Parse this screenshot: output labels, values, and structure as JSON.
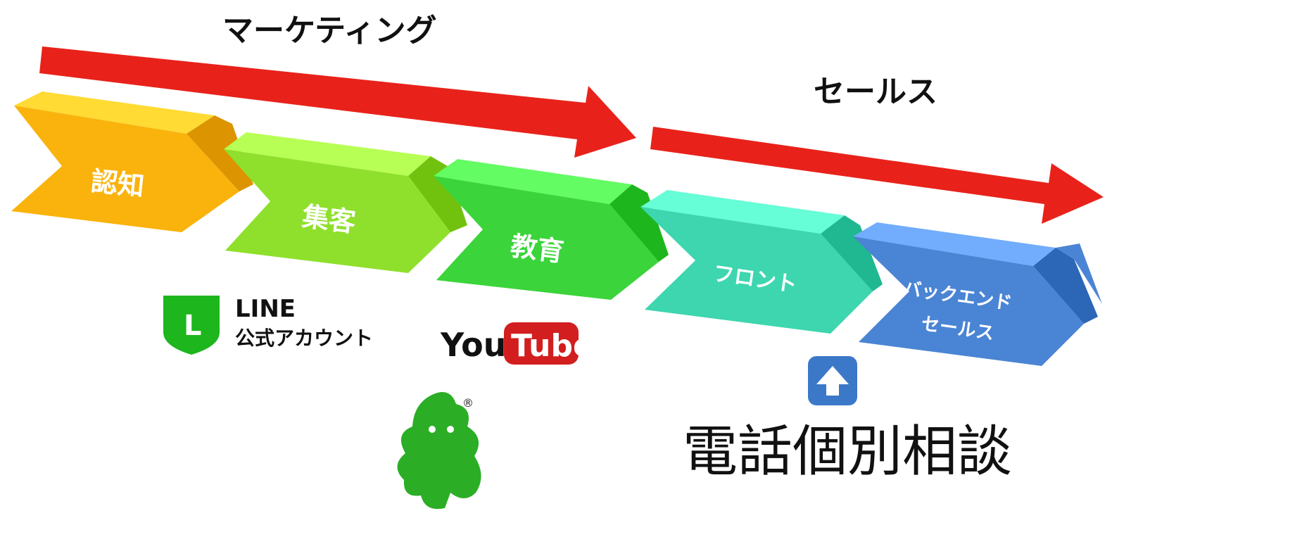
{
  "phases": {
    "marketing": "マーケティング",
    "sales": "セールス"
  },
  "stages": [
    {
      "label": "認知",
      "color": "#FAB30C"
    },
    {
      "label": "集客",
      "color": "#8FE02C"
    },
    {
      "label": "教育",
      "color": "#3BD43B"
    },
    {
      "label": "フロント",
      "color": "#3DD6AE"
    },
    {
      "label_lines": [
        "バックエンド",
        "セールス"
      ],
      "color": "#4A84D4"
    }
  ],
  "arrow_color": "#E8221A",
  "logos": {
    "line": {
      "title": "LINE",
      "subtitle": "公式アカウント",
      "badge": "L",
      "color": "#1DB61D"
    },
    "youtube": {
      "you": "You",
      "tube": "Tube",
      "color": "#D21E1E"
    },
    "green_mascot": {
      "registered": "®",
      "color": "#2BAE25"
    }
  },
  "consultation": {
    "text": "電話個別相談",
    "icon": "up-arrow-icon",
    "icon_color": "#3C78C8"
  }
}
